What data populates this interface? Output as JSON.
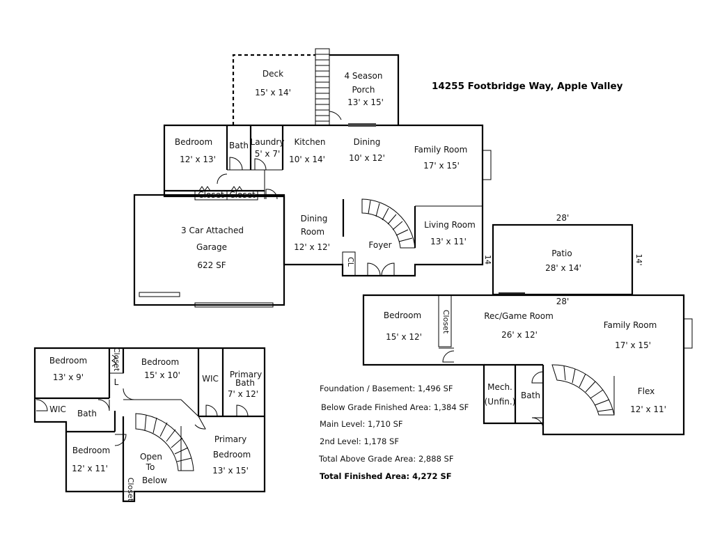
{
  "address": "14255 Footbridge Way, Apple Valley",
  "main_level": {
    "deck": {
      "name": "Deck",
      "size": "15' x 14'"
    },
    "porch": {
      "name1": "4 Season",
      "name2": "Porch",
      "size": "13' x 15'"
    },
    "bedroom": {
      "name": "Bedroom",
      "size": "12' x 13'"
    },
    "bath": {
      "name": "Bath"
    },
    "laundry": {
      "name": "Laundry",
      "size": "5' x 7'"
    },
    "kitchen": {
      "name": "Kitchen",
      "size": "10' x 14'"
    },
    "dining": {
      "name": "Dining",
      "size": "10' x 12'"
    },
    "family_room": {
      "name": "Family Room",
      "size": "17' x 15'"
    },
    "closet1": {
      "name": "Closet"
    },
    "closet2": {
      "name": "Closet"
    },
    "garage": {
      "name1": "3 Car Attached",
      "name2": "Garage",
      "area": "622 SF"
    },
    "dining_room": {
      "name1": "Dining",
      "name2": "Room",
      "size": "12' x 12'"
    },
    "foyer": {
      "name": "Foyer"
    },
    "living_room": {
      "name": "Living Room",
      "size": "13' x 11'"
    },
    "cl": {
      "name": "CL"
    },
    "fourteen": "14"
  },
  "patio": {
    "top_dim": "28'",
    "side_dim": "14'",
    "name": "Patio",
    "size": "28' x 14'"
  },
  "lower_level": {
    "top_dim": "28'",
    "bedroom": {
      "name": "Bedroom",
      "size": "15' x 12'"
    },
    "closet": {
      "name": "Closet"
    },
    "rec_room": {
      "name": "Rec/Game Room",
      "size": "26' x 12'"
    },
    "family_room": {
      "name": "Family Room",
      "size": "17' x 15'"
    },
    "mech": {
      "name1": "Mech.",
      "name2": "(Unfin.)"
    },
    "bath": {
      "name": "Bath"
    },
    "flex": {
      "name": "Flex",
      "size": "12' x 11'"
    }
  },
  "upper_level": {
    "bedroom1": {
      "name": "Bedroom",
      "size": "13' x 9'"
    },
    "closet1": {
      "name": "Closet"
    },
    "bedroom2": {
      "name": "Bedroom",
      "size": "15' x 10'"
    },
    "wic1": {
      "name": "WIC"
    },
    "primary_bath": {
      "name1": "Primary",
      "name2": "Bath",
      "size": "7' x 12'"
    },
    "wic2": {
      "name": "WIC"
    },
    "bath": {
      "name": "Bath"
    },
    "bedroom3": {
      "name": "Bedroom",
      "size": "12' x 11'"
    },
    "open": {
      "l1": "Open",
      "l2": "To",
      "l3": "Below"
    },
    "primary_bedroom": {
      "name1": "Primary",
      "name2": "Bedroom",
      "size": "13' x 15'"
    },
    "closet2": {
      "name": "Closet"
    },
    "l_mark": "L"
  },
  "summary": [
    {
      "label": "Foundation / Basement: 1,496 SF",
      "bold": false
    },
    {
      "label": "Below Grade Finished Area: 1,384 SF",
      "bold": false
    },
    {
      "label": "Main Level: 1,710 SF",
      "bold": false
    },
    {
      "label": "2nd Level: 1,178 SF",
      "bold": false
    },
    {
      "label": "Total Above Grade Area: 2,888 SF",
      "bold": false
    },
    {
      "label": "Total Finished Area: 4,272 SF",
      "bold": true
    }
  ]
}
